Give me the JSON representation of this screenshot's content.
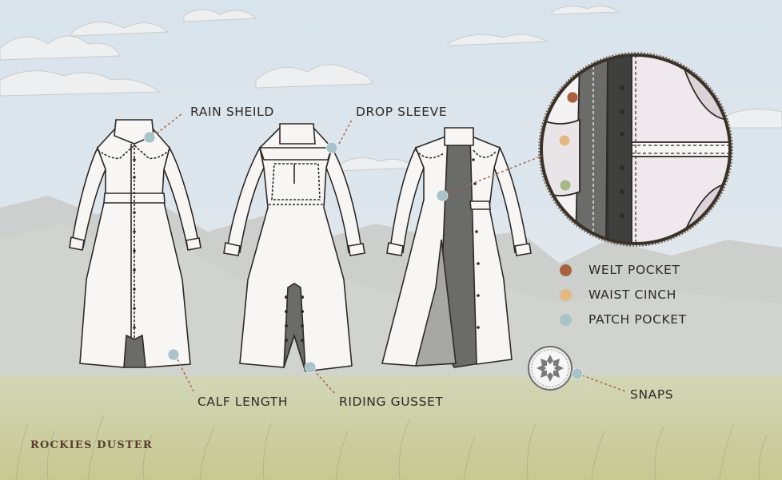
{
  "brand": "ROCKIES DUSTER",
  "callouts": {
    "rain_shield": "RAIN SHEILD",
    "drop_sleeve": "DROP SLEEVE",
    "calf_length": "CALF LENGTH",
    "riding_gusset": "RIDING GUSSET",
    "snaps": "SNAPS"
  },
  "legend": [
    {
      "label": "WELT POCKET",
      "color": "#a8623f"
    },
    {
      "label": "WAIST CINCH",
      "color": "#e2b982"
    },
    {
      "label": "PATCH POCKET",
      "color": "#a9c3c9"
    }
  ],
  "colors": {
    "sky": "#dfe6ec",
    "mountain": "#c6c7c4",
    "meadow": "#c9ca9c",
    "coat_fill": "#f7f6f4",
    "coat_outline": "#2e2a28",
    "lining": "#6b6b69",
    "callout_line": "#a2684a",
    "marker_patch": "#a9c3c9",
    "marker_waist": "#e2b982",
    "marker_welt": "#a8623f",
    "marker_green": "#a7b78a"
  }
}
